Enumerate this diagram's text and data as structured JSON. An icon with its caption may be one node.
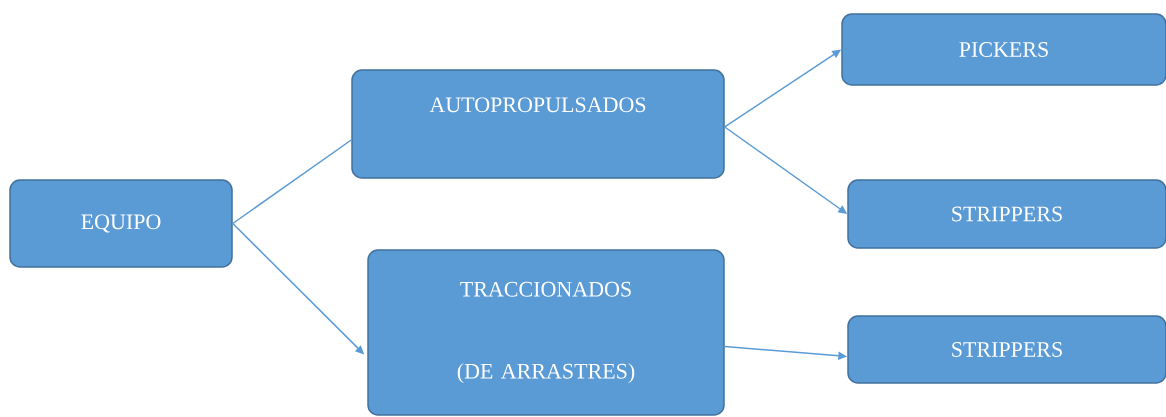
{
  "diagram": {
    "nodes": [
      {
        "text": [
          "EQUIPO"
        ]
      },
      {
        "text": [
          "AUTOPROPULSADOS"
        ]
      },
      {
        "text": [
          "TRACCIONADOS (DE ARRASTRES)"
        ]
      },
      {
        "text": [
          "PICKERS"
        ]
      },
      {
        "text": [
          "STRIPPERS"
        ]
      },
      {
        "text": [
          "STRIPPERS"
        ]
      }
    ],
    "edges": [
      {
        "from": 0,
        "to": 1,
        "arrow": "none"
      },
      {
        "from": 0,
        "to": 2,
        "arrow": "to"
      },
      {
        "from": 1,
        "to": 3,
        "arrow": "to"
      },
      {
        "from": 1,
        "to": 4,
        "arrow": "to"
      },
      {
        "from": 2,
        "to": 5,
        "arrow": "to"
      }
    ]
  }
}
